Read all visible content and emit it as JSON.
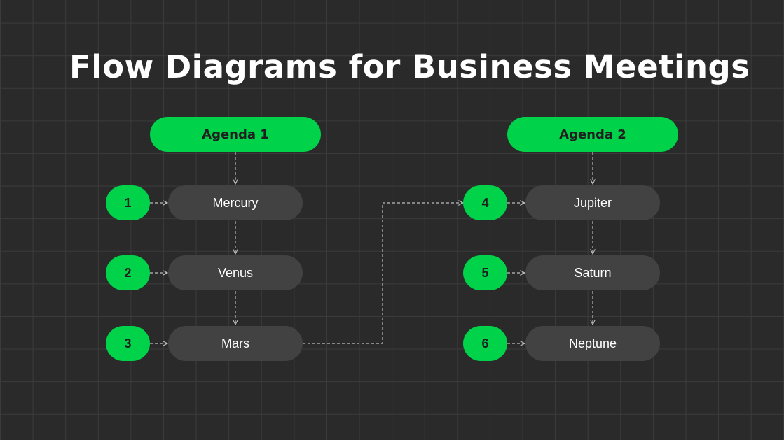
{
  "title": "Flow Diagrams for Business Meetings",
  "colors": {
    "accent": "#00d34a",
    "node": "#424242",
    "background": "#2a2a2a",
    "connector": "#bdbdbd"
  },
  "groups": [
    {
      "agenda": "Agenda 1",
      "steps": [
        {
          "number": "1",
          "label": "Mercury"
        },
        {
          "number": "2",
          "label": "Venus"
        },
        {
          "number": "3",
          "label": "Mars"
        }
      ]
    },
    {
      "agenda": "Agenda 2",
      "steps": [
        {
          "number": "4",
          "label": "Jupiter"
        },
        {
          "number": "5",
          "label": "Saturn"
        },
        {
          "number": "6",
          "label": "Neptune"
        }
      ]
    }
  ]
}
